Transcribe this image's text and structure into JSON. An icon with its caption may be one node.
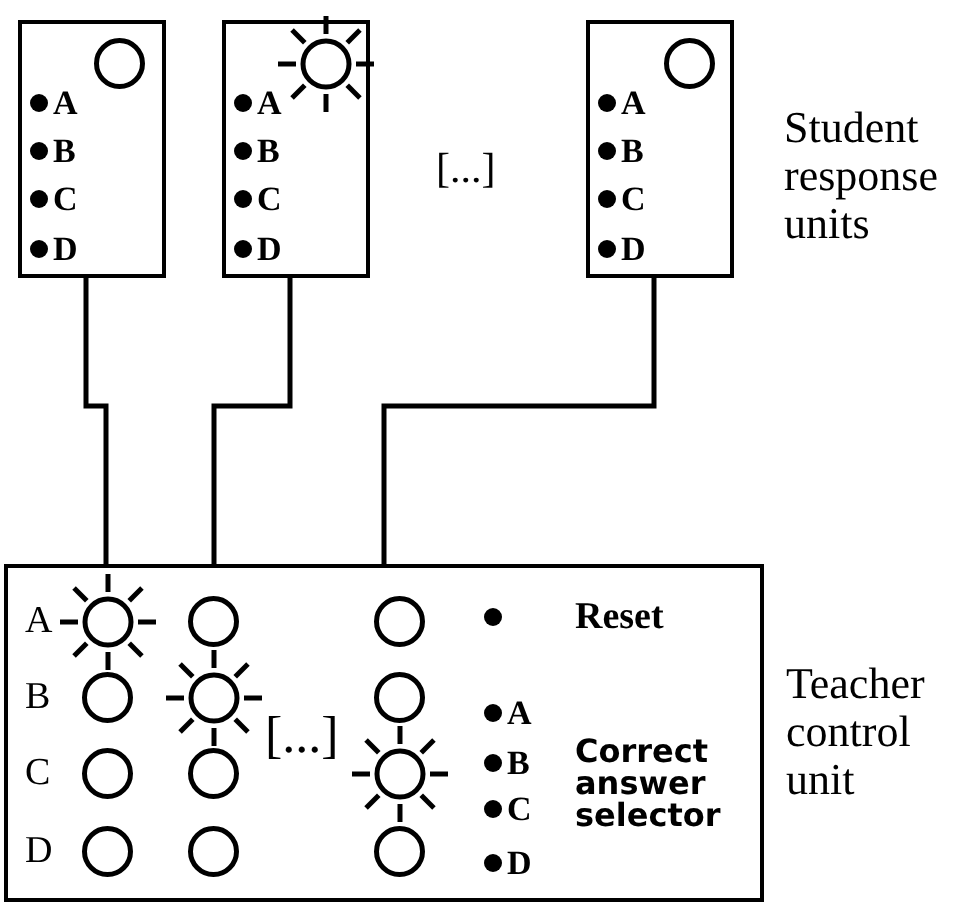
{
  "diagram": {
    "nodes": [
      {
        "text": [
          "A",
          "B",
          "C",
          "D"
        ]
      },
      {
        "text": [
          "A",
          "B",
          "C",
          "D"
        ]
      },
      {
        "text": [
          "A",
          "B",
          "C",
          "D"
        ]
      },
      {
        "text": [
          "A",
          "B",
          "C",
          "D",
          "[...]",
          "Reset",
          "A",
          "B",
          "C",
          "D",
          "Correct answer selector"
        ],
        "beside": [
          "Teacher control unit"
        ]
      }
    ],
    "edges": [
      {
        "from": 0,
        "to": 3,
        "arrow": "none"
      },
      {
        "from": 1,
        "to": 3,
        "arrow": "none"
      },
      {
        "from": 2,
        "to": 3,
        "arrow": "none"
      }
    ],
    "labels": [
      "[...]",
      "Student response units"
    ]
  }
}
